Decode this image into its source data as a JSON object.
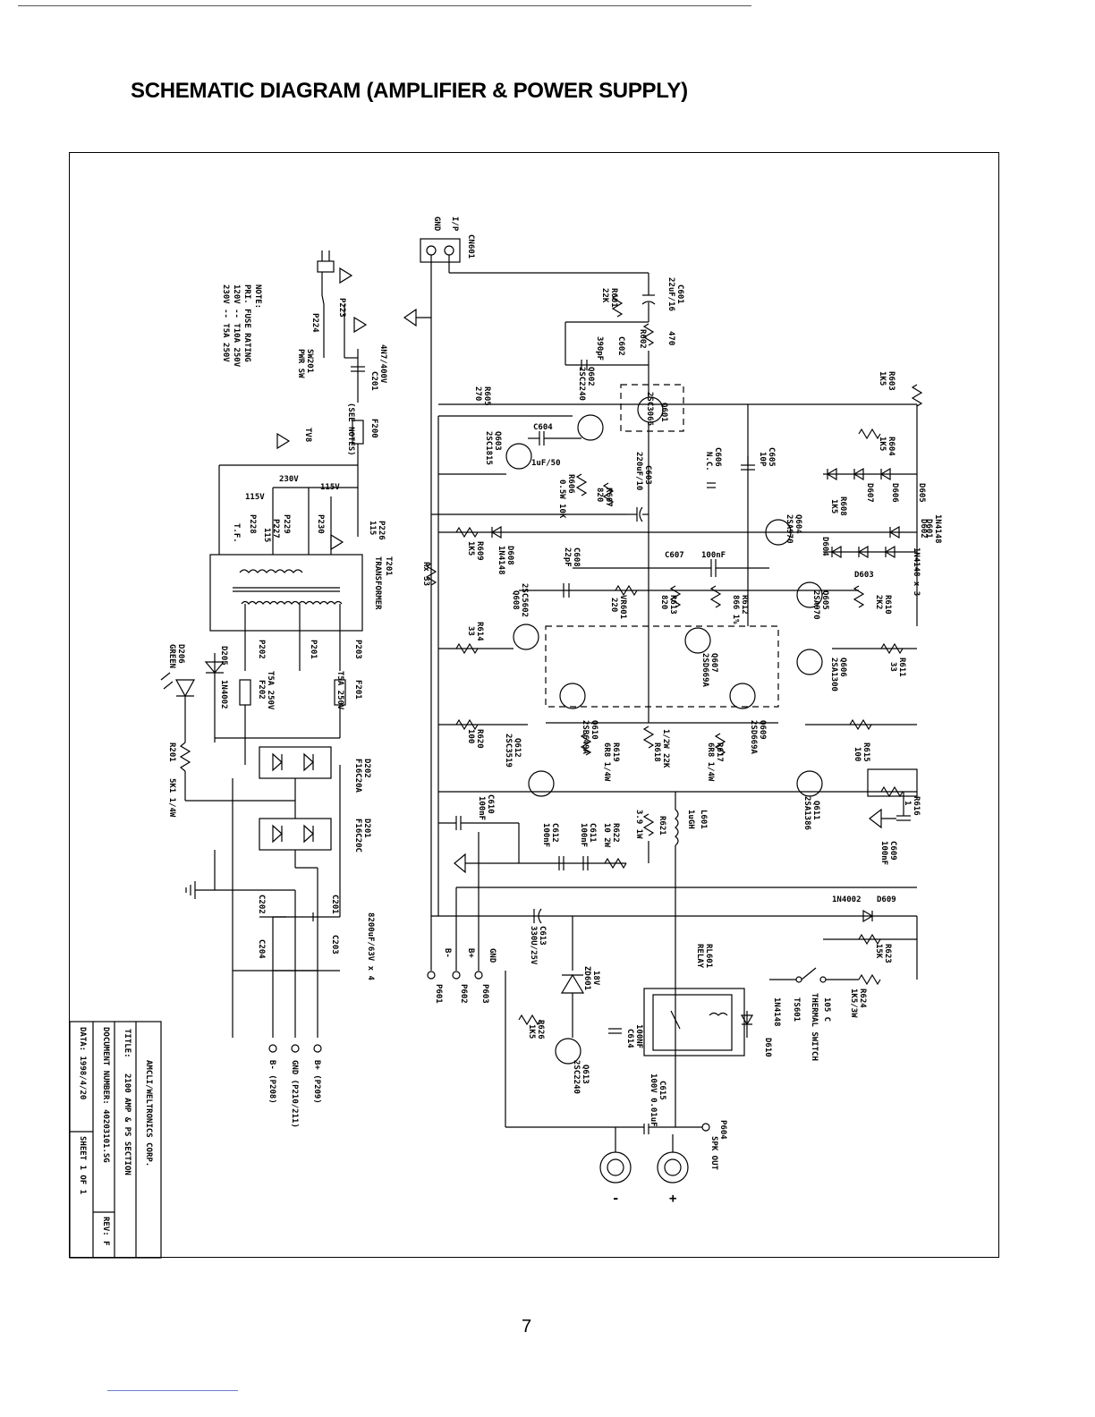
{
  "title": "SCHEMATIC DIAGRAM (AMPLIFIER & POWER SUPPLY)",
  "page_number": "7",
  "title_block": {
    "company": "AMCLI/WELTRONICS CORP.",
    "title_label": "TITLE:",
    "title_value": "2100 AMP & PS SECTION",
    "document": "DOCUMENT NUMBER: 40203101.SG",
    "rev": "REV: F",
    "date": "DATA: 1998/4/20",
    "sheet": "SHEET 1 OF 1"
  },
  "notes": {
    "heading": "NOTE:",
    "line1": "PRI. FUSE RATING",
    "line2": "120V -- T10A 250V",
    "line3": "230V -- T5A 250V"
  },
  "labels": {
    "cn601": "CN601",
    "ip": "I/P",
    "gnd": "GND",
    "c601": "C601",
    "c601v": "22uF/16",
    "r601": "R601",
    "r601v": "22K",
    "r602": "R602",
    "r602v": "470",
    "c602": "C602",
    "c602v": "390pF",
    "q602": "Q602",
    "q602v": "2SC2240",
    "q601": "Q601",
    "q601v": "2SC3066",
    "r603": "R603",
    "r603v": "1K5",
    "r604": "R604",
    "r604v": "1K5",
    "r605": "R605",
    "r605v": "270",
    "q603": "Q603",
    "q603v": "2SC1815",
    "c604": "C604",
    "c604v": "1uF/50",
    "r606": "R606",
    "r606v": "0.5W 10K",
    "r607": "R607",
    "r607v": "820",
    "c603": "C603",
    "c603v": "220uF/10",
    "c606": "C606",
    "c606v": "N.C.",
    "c605": "C605",
    "c605v": "10P",
    "d605": "D605",
    "d606": "D606",
    "d607": "D607",
    "r608": "R608",
    "r608v": "1K5",
    "q604": "Q604",
    "q604v": "2SA970",
    "d604": "D604",
    "d601": "D601",
    "d601v": "1N4148",
    "d602": "D602",
    "d603": "D603",
    "d603v": "1N4148 x 3",
    "d608": "D608",
    "d608v": "1N4148",
    "r609": "R609",
    "r609v": "1K5",
    "c608": "C608",
    "c608v": "22pF",
    "c607": "C607",
    "c607v": "100nF",
    "q608": "Q608",
    "q608v": "2SC5602",
    "vr601": "VR601",
    "vr601v": "220",
    "r613": "R613",
    "r613v": "820",
    "r612": "R612",
    "r612v": "866 1%",
    "q605": "Q605",
    "q605v": "2SA970",
    "r610": "R610",
    "r610v": "2K2",
    "rx": "Rx 33",
    "r614": "R614",
    "r614v": "33",
    "q607": "Q607",
    "q607v": "2SD669A",
    "q606": "Q606",
    "q606v": "2SA1300",
    "r611": "R611",
    "r611v": "33",
    "q610": "Q610",
    "q610v": "2SB649A",
    "r618": "R618",
    "r618v": "1/2W 22K",
    "q609": "Q609",
    "q609v": "2SD669A",
    "r620": "R620",
    "r620v": "100",
    "q612": "Q612",
    "q612v": "2SC3519",
    "r619": "R619",
    "r619v": "6R8 1/4W",
    "r617": "R617",
    "r617v": "6R8 1/4W",
    "r615": "R615",
    "r615v": "100",
    "q611": "Q611",
    "q611v": "2SA1386",
    "r616": "R616",
    "r616v": "1",
    "c610": "C610",
    "c610v": "100nF",
    "c612": "C612",
    "c612v": "100nF",
    "c611": "C611",
    "c611v": "100nF",
    "r622": "R622",
    "r622v": "10 2W",
    "r621": "R621",
    "r621v": "3.9 1W",
    "l601": "L601",
    "l601v": "1uGH",
    "c609": "C609",
    "c609v": "100nF",
    "d609": "D609",
    "d609v": "1N4002",
    "c613": "C613",
    "c613v": "330U/25V",
    "zd601": "ZD601",
    "zd601v": "18V",
    "r623": "R623",
    "r623v": "15K",
    "r624": "R624",
    "r624v": "1K5/3W",
    "rl601": "RL601",
    "rl601v": "RELAY",
    "ts601": "TS601",
    "ts601v": "THERMAL SWITCH",
    "ts601t": "105 C",
    "d610": "D610",
    "d610v": "1N4148",
    "c614": "C614",
    "c614v": "100NF",
    "r626": "R626",
    "r626v": "1K5",
    "q613": "Q613",
    "q613v": "2SC2240",
    "c615": "C615",
    "c615v": "100V 0.01uF",
    "p604": "P604",
    "spk_out": "SPK OUT",
    "plus": "+",
    "minus": "-",
    "p601": "P601",
    "p602": "P602",
    "p603": "P603",
    "bminus": "B-",
    "bplus": "B+",
    "gnd2": "GND",
    "p223": "P223",
    "p224": "P224",
    "sw201": "SW201",
    "sw201v": "PWR SW",
    "c201cap": "C201",
    "c201v": "4N7/400V",
    "f200": "F200",
    "see_notes": "(SEE NOTES)",
    "tv8": "TV8",
    "v230": "230V",
    "v115a": "115V",
    "v115b": "115V",
    "p226": "P226",
    "p226v": "115",
    "p227": "P227",
    "p227v": "115",
    "p228": "P228",
    "p229": "P229",
    "p230": "P230",
    "tf": "T.F.",
    "t201": "T201",
    "t201v": "TRANSFORMER",
    "p201": "P201",
    "p202": "P202",
    "p203": "P203",
    "f201": "F201",
    "f201v": "T5A 250V",
    "f202": "F202",
    "f202v": "T5A 250V",
    "d205": "D205",
    "d205v": "1N4002",
    "d206": "D206",
    "d206v": "GREEN",
    "r201": "R201",
    "r201v": "5K1 1/4W",
    "d202": "D202",
    "d202v": "F16C20A",
    "d201": "D201",
    "d201v": "F16C20C",
    "c201": "C201",
    "c202": "C202",
    "c203": "C203",
    "c204": "C204",
    "cap_bank": "8200uF/63V x 4",
    "bplus_out": "B+ (P209)",
    "gnd_out": "GND (P210/211)",
    "bminus_out": "B- (P208)"
  }
}
